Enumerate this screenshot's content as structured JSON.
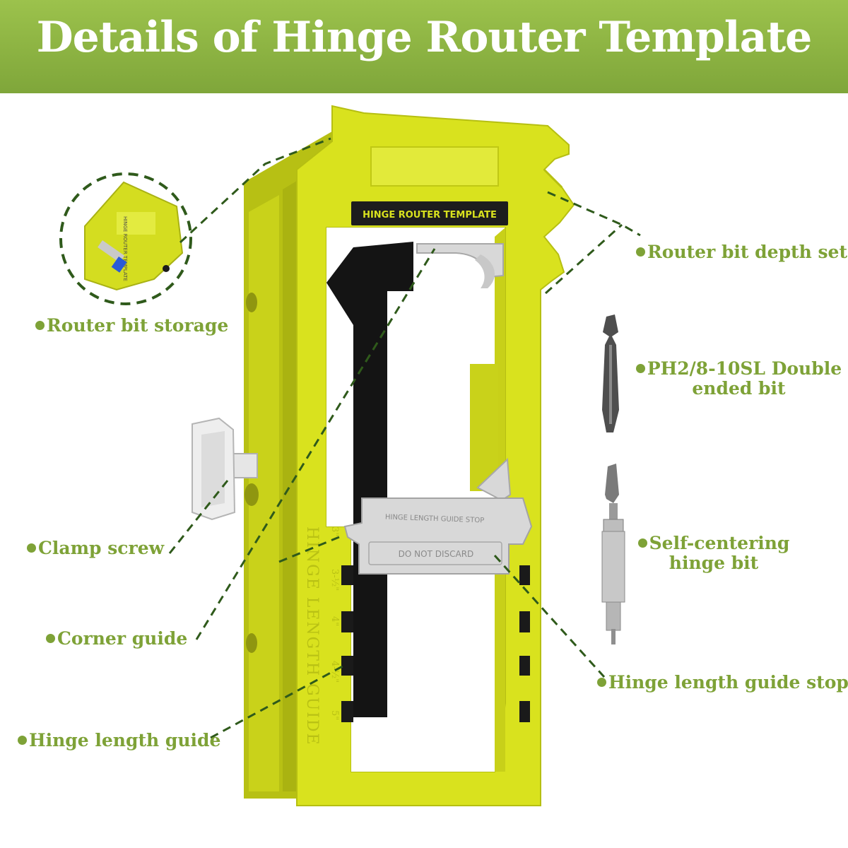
{
  "title": "Details of Hinge Router Template",
  "product": {
    "template_label": "HINGE ROUTER TEMPLATE",
    "guide_text": "HINGE LENGTH GUIDE",
    "stop_text": "HINGE LENGTH GUIDE STOP",
    "do_not_discard": "DO NOT DISCARD",
    "sizes": [
      "3\"",
      "3-½\"",
      "4\"",
      "4-½\"",
      "5\""
    ],
    "inset_label": "HINGE ROUTER TEMPLATE",
    "body_color": "#d9e21e",
    "stop_color": "#d8d8d8"
  },
  "callouts": {
    "router_bit_storage": "Router bit storage",
    "router_bit_depth_set": "Router bit depth set",
    "double_ended_bit": "PH2/8-10SL Double ended bit",
    "clamp_screw": "Clamp screw",
    "self_centering_bit": "Self-centering hinge bit",
    "corner_guide": "Corner guide",
    "hinge_length_guide_stop": "Hinge length guide stop",
    "hinge_length_guide": "Hinge length guide"
  }
}
